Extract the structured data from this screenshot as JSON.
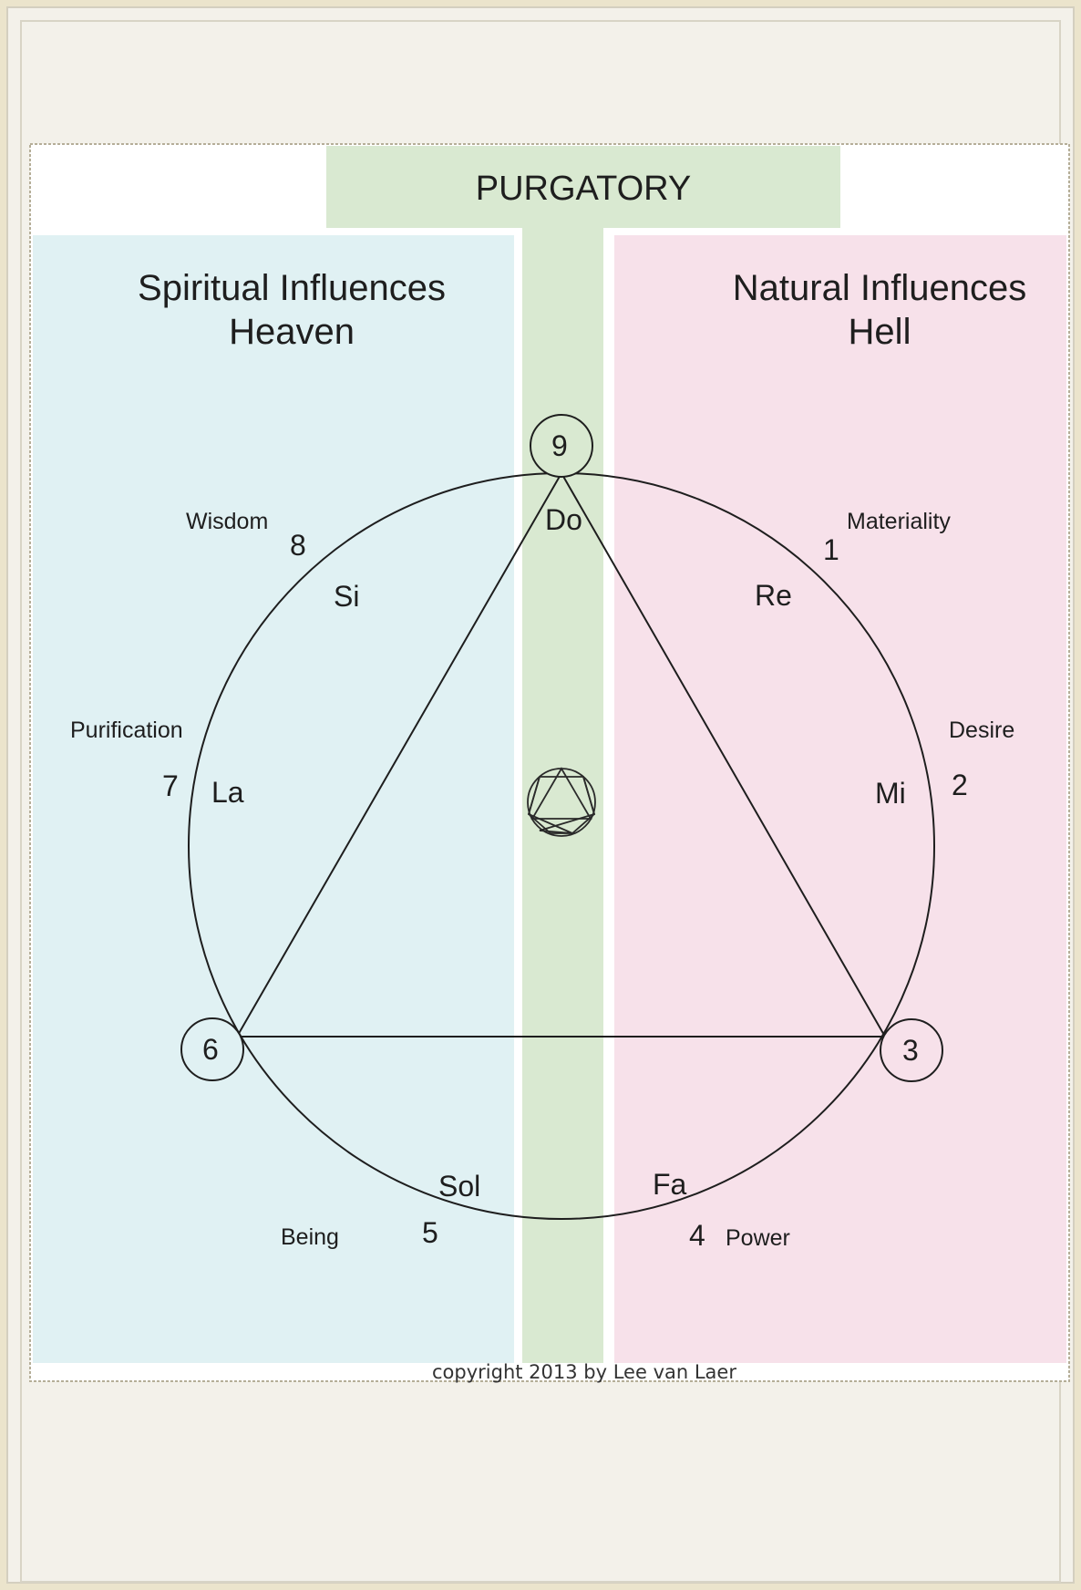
{
  "header": {
    "title": "PURGATORY"
  },
  "left_panel": {
    "title_line1": "Spiritual Influences",
    "title_line2": "Heaven",
    "color": "#e0f1f3"
  },
  "right_panel": {
    "title_line1": "Natural Influences",
    "title_line2": "Hell",
    "color": "#f7e1ea"
  },
  "middle_band_color": "#d9e9d1",
  "points": {
    "p9": {
      "number": "9",
      "note": "Do"
    },
    "p1": {
      "number": "1",
      "note": "Re",
      "label": "Materiality"
    },
    "p2": {
      "number": "2",
      "note": "Mi",
      "label": "Desire"
    },
    "p3": {
      "number": "3"
    },
    "p4": {
      "number": "4",
      "note": "Fa",
      "label": "Power"
    },
    "p5": {
      "number": "5",
      "note": "Sol",
      "label": "Being"
    },
    "p6": {
      "number": "6"
    },
    "p7": {
      "number": "7",
      "note": "La",
      "label": "Purification"
    },
    "p8": {
      "number": "8",
      "note": "Si",
      "label": "Wisdom"
    }
  },
  "center_icon": "enneagram-icon",
  "copyright": "copyright 2013 by Lee van Laer"
}
